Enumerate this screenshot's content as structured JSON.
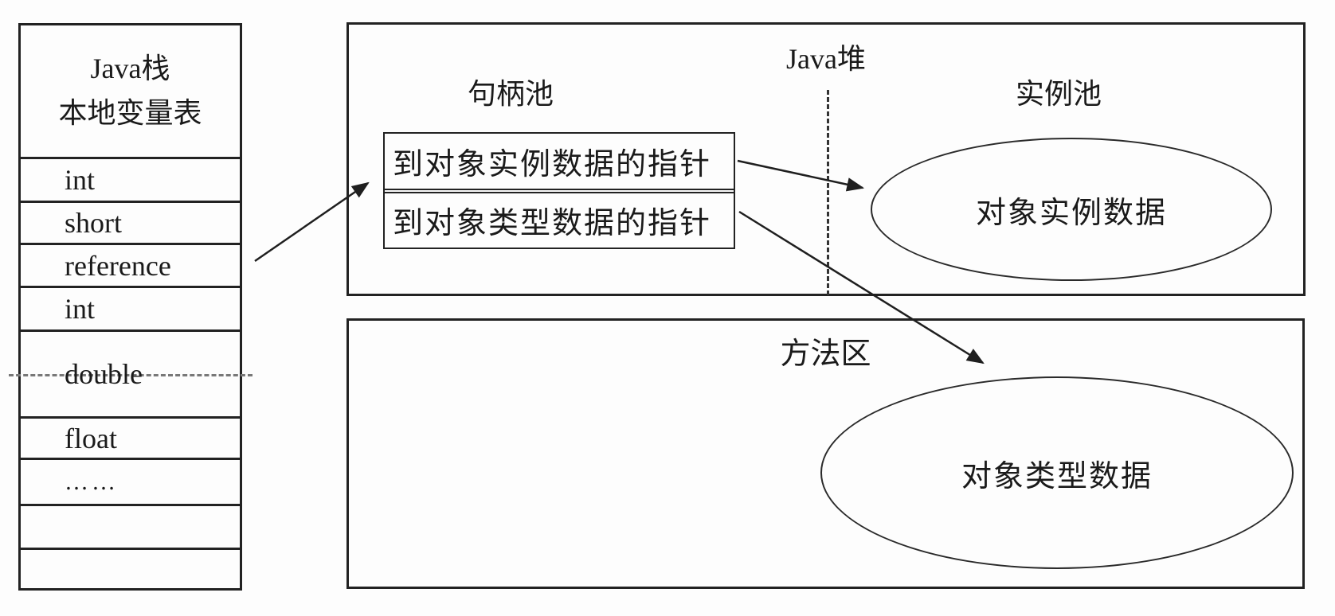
{
  "diagram": {
    "stack": {
      "title_line1": "Java栈",
      "title_line2": "本地变量表",
      "rows": [
        "int",
        "short",
        "reference",
        "int",
        "double",
        "float",
        "……",
        "",
        ""
      ]
    },
    "heap": {
      "title": "Java堆",
      "handle_pool_label": "句柄池",
      "instance_pool_label": "实例池",
      "handle_rows": [
        "到对象实例数据的指针",
        "到对象类型数据的指针"
      ],
      "instance_ellipse_label": "对象实例数据"
    },
    "method_area": {
      "title": "方法区",
      "type_ellipse_label": "对象类型数据"
    },
    "colors": {
      "line": "#1f1f1f",
      "dashed_line": "#787878",
      "background": "#fdfdfd"
    }
  }
}
